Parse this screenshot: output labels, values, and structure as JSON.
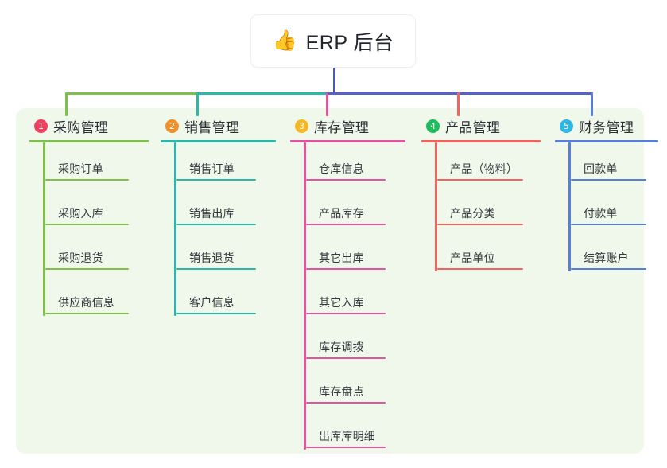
{
  "root": {
    "emoji": "👍",
    "emoji_name": "thumbs-up-emoji",
    "title": "ERP 后台"
  },
  "theme": {
    "panel_bg": "#eff8ea",
    "page_bg": "#ffffff",
    "root_stem": "#4d57c4",
    "trunk_left": "#7fbf4d",
    "trunk_mid": "#2cb8a6",
    "trunk_right": "#5561c7"
  },
  "columns": [
    {
      "number": "1",
      "title": "采购管理",
      "badge_color": "#ef4060",
      "line_color": "#7fbf4d",
      "items": [
        "采购订单",
        "采购入库",
        "采购退货",
        "供应商信息"
      ]
    },
    {
      "number": "2",
      "title": "销售管理",
      "badge_color": "#f0902b",
      "line_color": "#2cb8a6",
      "items": [
        "销售订单",
        "销售出库",
        "销售退货",
        "客户信息"
      ]
    },
    {
      "number": "3",
      "title": "库存管理",
      "badge_color": "#f5b824",
      "line_color": "#e0569e",
      "items": [
        "仓库信息",
        "产品库存",
        "其它出库",
        "其它入库",
        "库存调拨",
        "库存盘点",
        "出库库明细"
      ]
    },
    {
      "number": "4",
      "title": "产品管理",
      "badge_color": "#1ebc5c",
      "line_color": "#f2625f",
      "items": [
        "产品（物料）",
        "产品分类",
        "产品单位"
      ]
    },
    {
      "number": "5",
      "title": "财务管理",
      "badge_color": "#2eb6e8",
      "line_color": "#5a7ed6",
      "items": [
        "回款单",
        "付款单",
        "结算账户"
      ]
    }
  ]
}
